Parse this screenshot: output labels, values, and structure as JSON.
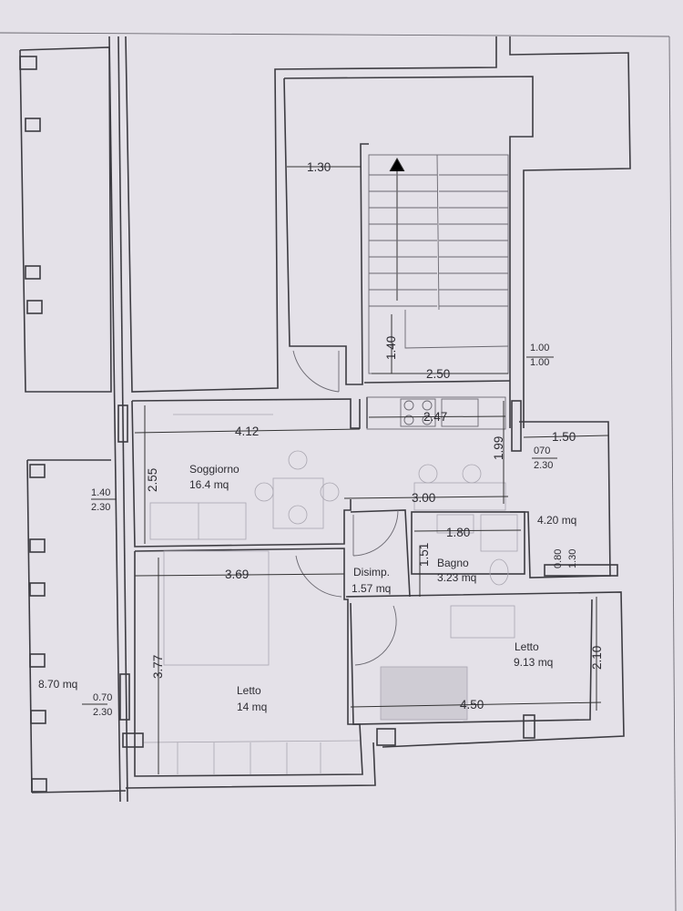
{
  "rooms": {
    "soggiorno_name": "Soggiorno",
    "soggiorno_area": "16.4 mq",
    "disimp_name": "Disimp.",
    "disimp_area": "1.57 mq",
    "bagno_name": "Bagno",
    "bagno_area": "3.23 mq",
    "letto1_name": "Letto",
    "letto1_area": "14 mq",
    "letto2_name": "Letto",
    "letto2_area": "9.13 mq",
    "ripostiglio_area": "4.20 mq",
    "balcone_area": "8.70 mq"
  },
  "dimensions": {
    "stair_landing_width": "1.30",
    "stair_height": "1.40",
    "stair_width": "2.50",
    "window_stair_w": "1.00",
    "window_stair_h": "1.00",
    "kitchen_width": "2.47",
    "soggiorno_width": "4.12",
    "soggiorno_depth": "2.55",
    "kitchen_depth": "1.99",
    "small_room_width": "1.50",
    "window_small_w": "070",
    "window_small_h": "2.30",
    "window_left_w": "1.40",
    "window_left_h": "2.30",
    "living_span": "3.00",
    "bagno_width": "1.80",
    "bagno_depth": "1.51",
    "letto1_width": "3.69",
    "letto1_depth": "3.77",
    "window_small2_w": "0.80",
    "window_small2_h": "1.30",
    "letto2_depth": "2.10",
    "letto2_width": "4.50",
    "window_balc_w": "0.70",
    "window_balc_h": "2.30"
  }
}
